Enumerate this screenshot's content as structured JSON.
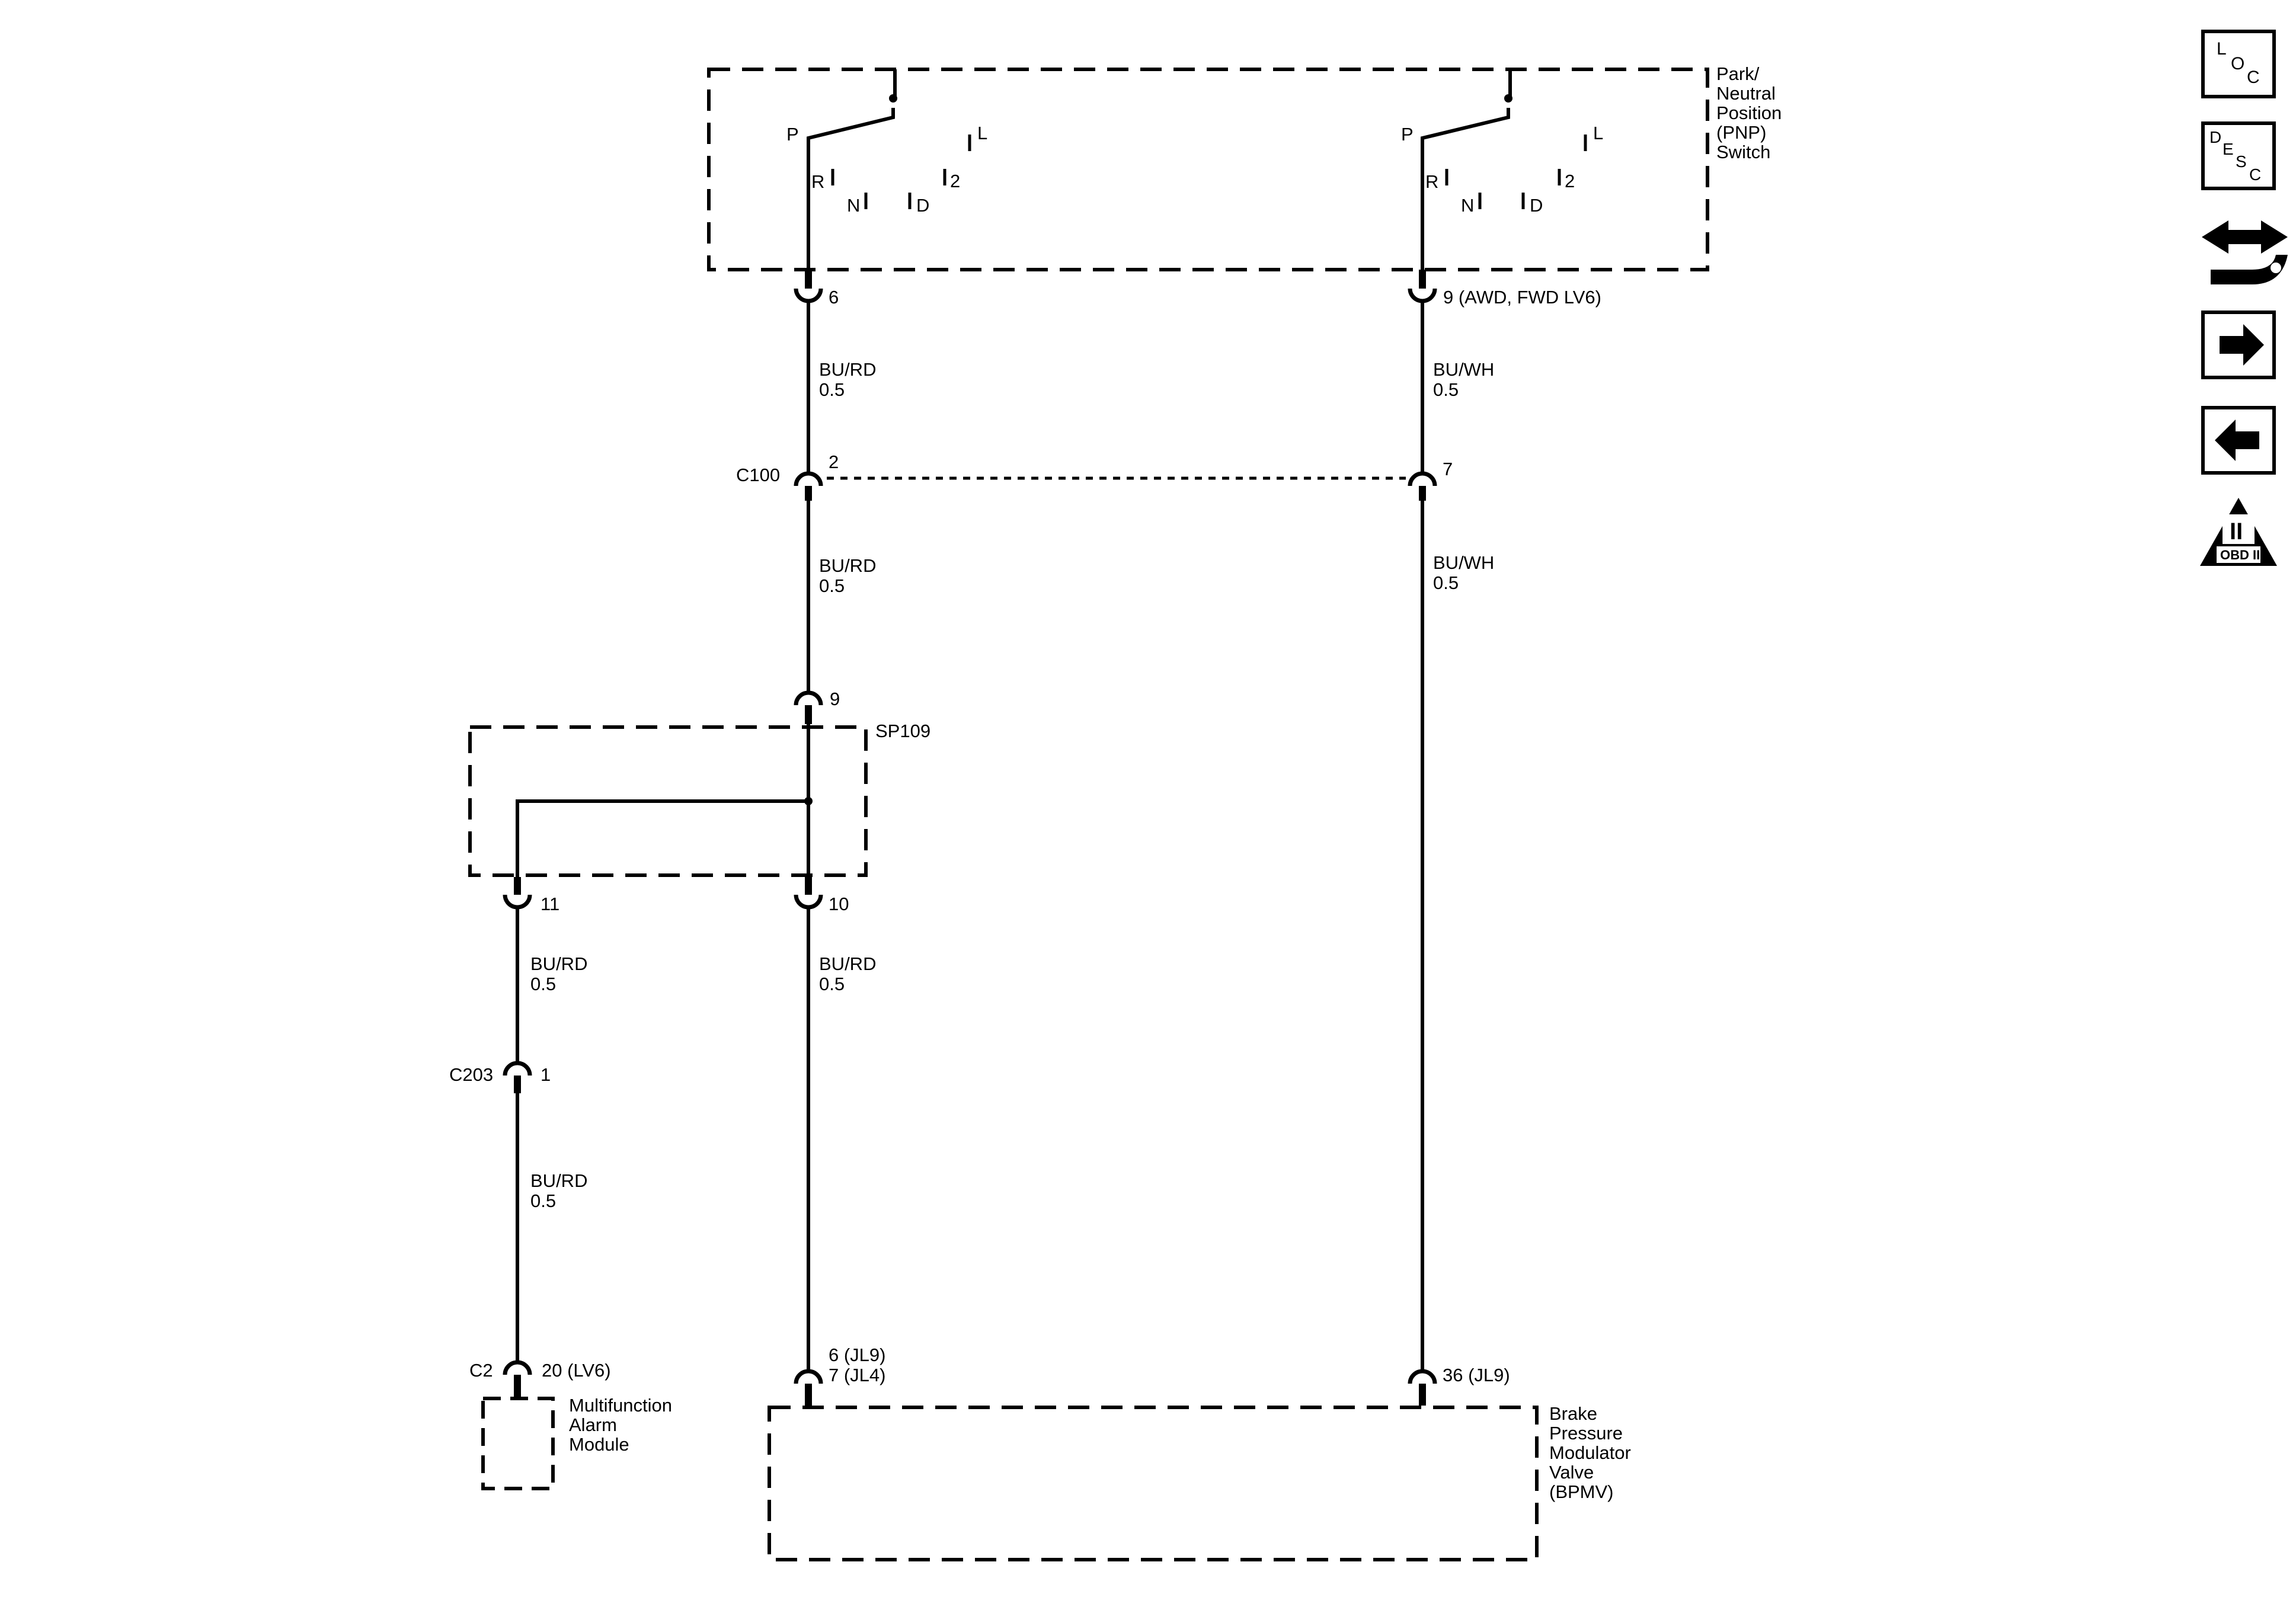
{
  "components": {
    "pnp_switch": [
      "Park/",
      "Neutral",
      "Position",
      "(PNP)",
      "Switch"
    ],
    "sp109": "SP109",
    "mfam": [
      "Multifunction",
      "Alarm",
      "Module"
    ],
    "bpmv": [
      "Brake",
      "Pressure",
      "Modulator",
      "Valve",
      "(BPMV)"
    ]
  },
  "switch_positions": {
    "p": "P",
    "r": "R",
    "n": "N",
    "d": "D",
    "two": "2",
    "l": "L"
  },
  "connectors": {
    "c100": "C100",
    "c203": "C203",
    "c2": "C2"
  },
  "pins": {
    "pnp_left": "6",
    "pnp_right": "9 (AWD, FWD LV6)",
    "c100_left": "2",
    "c100_right": "7",
    "sp109_in": "9",
    "sp109_out_left": "11",
    "sp109_out_right": "10",
    "c203": "1",
    "c2": "20 (LV6)",
    "bpmv_left_a": "6 (JL9)",
    "bpmv_left_b": "7 (JL4)",
    "bpmv_right": "36 (JL9)"
  },
  "wires": {
    "w1": {
      "color": "BU/RD",
      "gauge": "0.5"
    },
    "w2": {
      "color": "BU/WH",
      "gauge": "0.5"
    },
    "w3": {
      "color": "BU/RD",
      "gauge": "0.5"
    },
    "w4": {
      "color": "BU/WH",
      "gauge": "0.5"
    },
    "w5": {
      "color": "BU/RD",
      "gauge": "0.5"
    },
    "w6": {
      "color": "BU/RD",
      "gauge": "0.5"
    },
    "w7": {
      "color": "BU/RD",
      "gauge": "0.5"
    }
  },
  "nav_icons": {
    "loc": {
      "l": "L",
      "o": "O",
      "c": "C"
    },
    "desc": {
      "d": "D",
      "e": "E",
      "s": "S",
      "c": "C"
    },
    "obd": {
      "roman": "II",
      "label": "OBD II"
    },
    "names": [
      "loc-icon",
      "desc-icon",
      "connector-wrench-icon",
      "arrow-right-icon",
      "arrow-left-icon",
      "obd-ii-icon"
    ]
  }
}
